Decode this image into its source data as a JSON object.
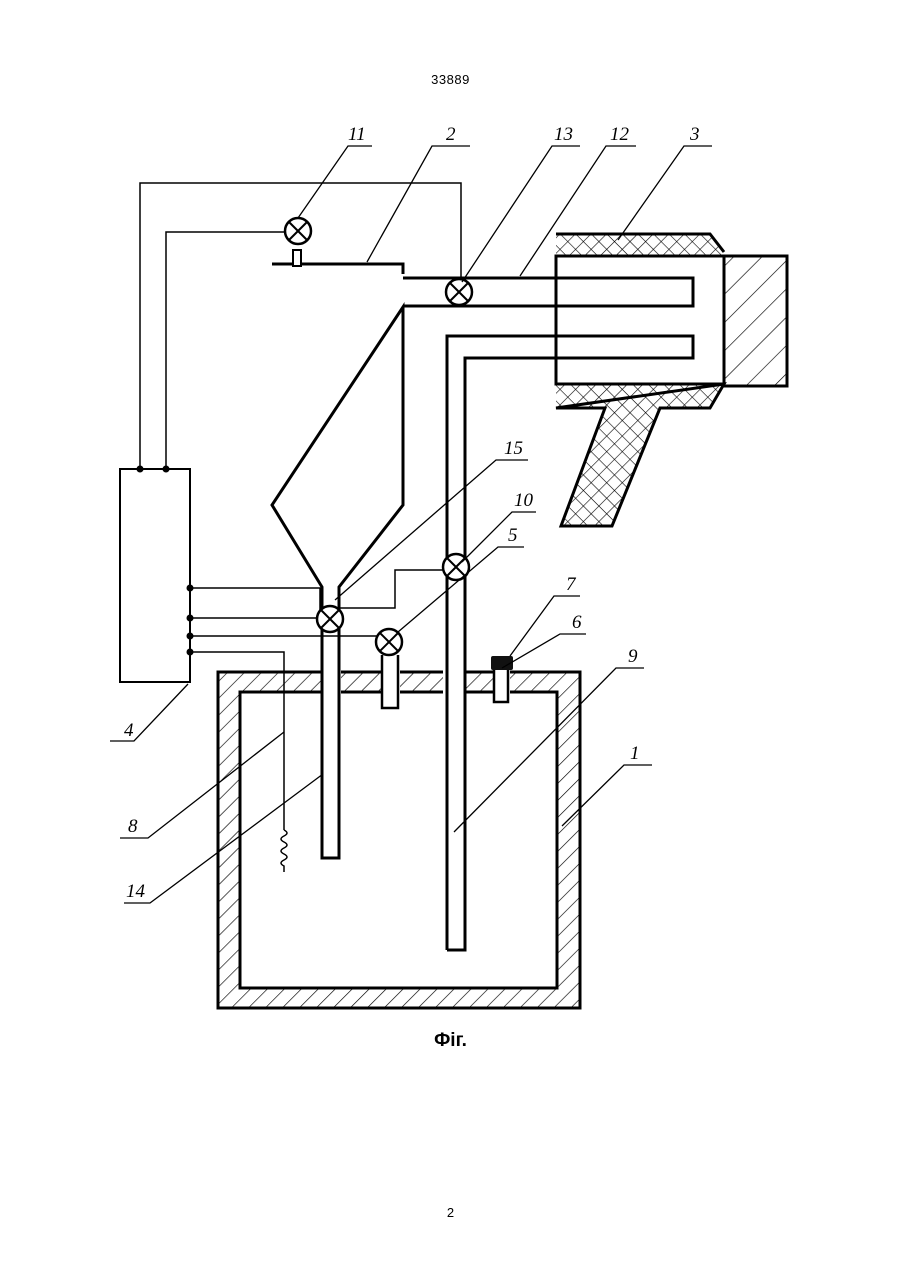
{
  "document": {
    "header_number": "33889",
    "figure_caption": "Фіг.",
    "page_number": "2"
  },
  "diagram": {
    "labels": [
      "1",
      "2",
      "3",
      "4",
      "5",
      "6",
      "7",
      "8",
      "9",
      "10",
      "11",
      "12",
      "13",
      "14",
      "15"
    ]
  }
}
